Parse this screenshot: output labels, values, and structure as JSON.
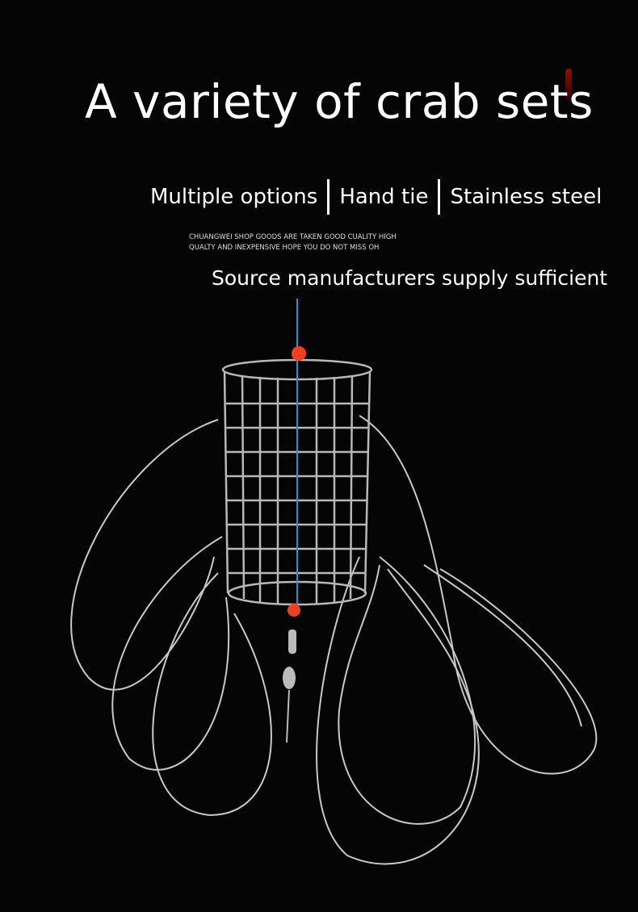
{
  "title": "A variety of crab sets",
  "options": [
    "Multiple options",
    "Hand tie",
    "Stainless steel"
  ],
  "tagline_small": [
    "CHUANGWEI SHOP GOODS ARE TAKEN GOOD CUALITY HIGH",
    "QUALTY AND INEXPENSIVE HOPE YOU DO NOT MISS OH"
  ],
  "subtitle": "Source manufacturers supply sufficient"
}
